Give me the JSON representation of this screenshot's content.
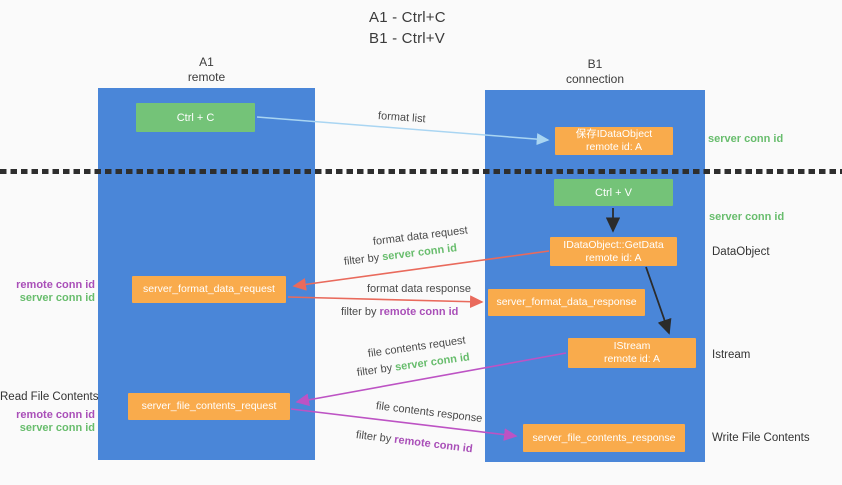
{
  "title": {
    "line1": "A1 - Ctrl+C",
    "line2": "B1 - Ctrl+V"
  },
  "columns": {
    "left": {
      "id": "A1",
      "name": "remote"
    },
    "right": {
      "id": "B1",
      "name": "connection"
    }
  },
  "nodes": {
    "ctrl_c": {
      "label": "Ctrl + C"
    },
    "save_dataobject": {
      "line1": "保存IDataObject",
      "line2": "remote id: A"
    },
    "ctrl_v": {
      "label": "Ctrl + V"
    },
    "getdata": {
      "line1": "IDataObject::GetData",
      "line2": "remote id: A"
    },
    "format_request": {
      "label": "server_format_data_request"
    },
    "format_response": {
      "label": "server_format_data_response"
    },
    "istream": {
      "line1": "IStream",
      "line2": "remote id: A"
    },
    "file_request": {
      "label": "server_file_contents_request"
    },
    "file_response": {
      "label": "server_file_contents_response"
    }
  },
  "arrows": {
    "format_list": "format list",
    "format_data_request": "format data request",
    "format_data_response": "format data response",
    "file_contents_request": "file contents request",
    "file_contents_response": "file contents response",
    "filter_by": "filter by",
    "server_conn_id": "server conn id",
    "remote_conn_id": "remote conn id"
  },
  "side": {
    "server_conn_id_top": "server conn id",
    "server_conn_id_mid": "server conn id",
    "dataobject": "DataObject",
    "istream": "Istream",
    "read_file_contents": "Read File Contents",
    "write_file_contents": "Write File Contents",
    "remote_conn_id": "remote conn id",
    "server_conn_id": "server conn id"
  },
  "colors": {
    "column_blue": "#4a86d8",
    "box_orange": "#f9ab4c",
    "box_green": "#74c378",
    "arrow_lightblue": "#a9d5f2",
    "arrow_red": "#e96a5c",
    "arrow_magenta": "#bd53c4",
    "arrow_black": "#2b2b2b",
    "text_green": "#68bd6d",
    "text_purple": "#a94fb8"
  }
}
